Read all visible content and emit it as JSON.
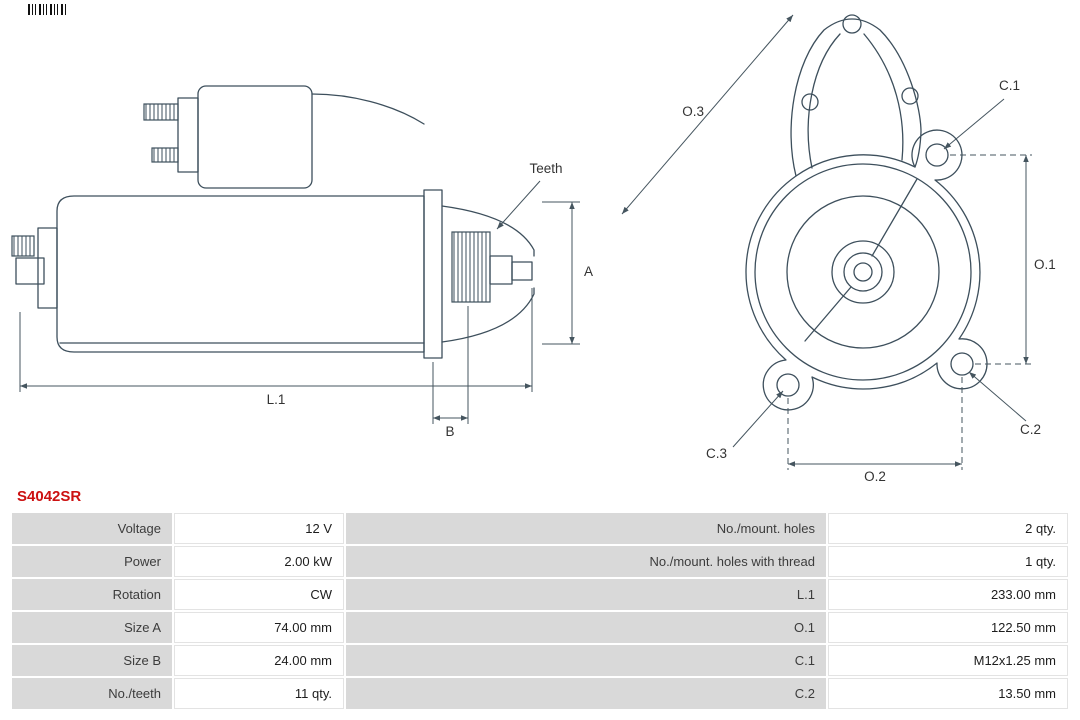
{
  "part": {
    "number": "S4042SR"
  },
  "diagram": {
    "labels": {
      "teeth": "Teeth",
      "a": "A",
      "b": "B",
      "l1": "L.1",
      "o1": "O.1",
      "o2": "O.2",
      "o3": "O.3",
      "c1": "C.1",
      "c2": "C.2",
      "c3": "C.3"
    }
  },
  "specs": {
    "rows": [
      {
        "label1": "Voltage",
        "value1": "12 V",
        "label2": "No./mount. holes",
        "value2": "2 qty."
      },
      {
        "label1": "Power",
        "value1": "2.00 kW",
        "label2": "No./mount. holes with thread",
        "value2": "1 qty."
      },
      {
        "label1": "Rotation",
        "value1": "CW",
        "label2": "L.1",
        "value2": "233.00 mm"
      },
      {
        "label1": "Size A",
        "value1": "74.00 mm",
        "label2": "O.1",
        "value2": "122.50 mm"
      },
      {
        "label1": "Size B",
        "value1": "24.00 mm",
        "label2": "C.1",
        "value2": "M12x1.25 mm"
      },
      {
        "label1": "No./teeth",
        "value1": "11 qty.",
        "label2": "C.2",
        "value2": "13.50 mm"
      }
    ]
  },
  "colors": {
    "line": "#3d4f5c",
    "part_number": "#cc1111",
    "table_label_bg": "#d9d9d9",
    "table_value_border": "#e3e3e3"
  }
}
